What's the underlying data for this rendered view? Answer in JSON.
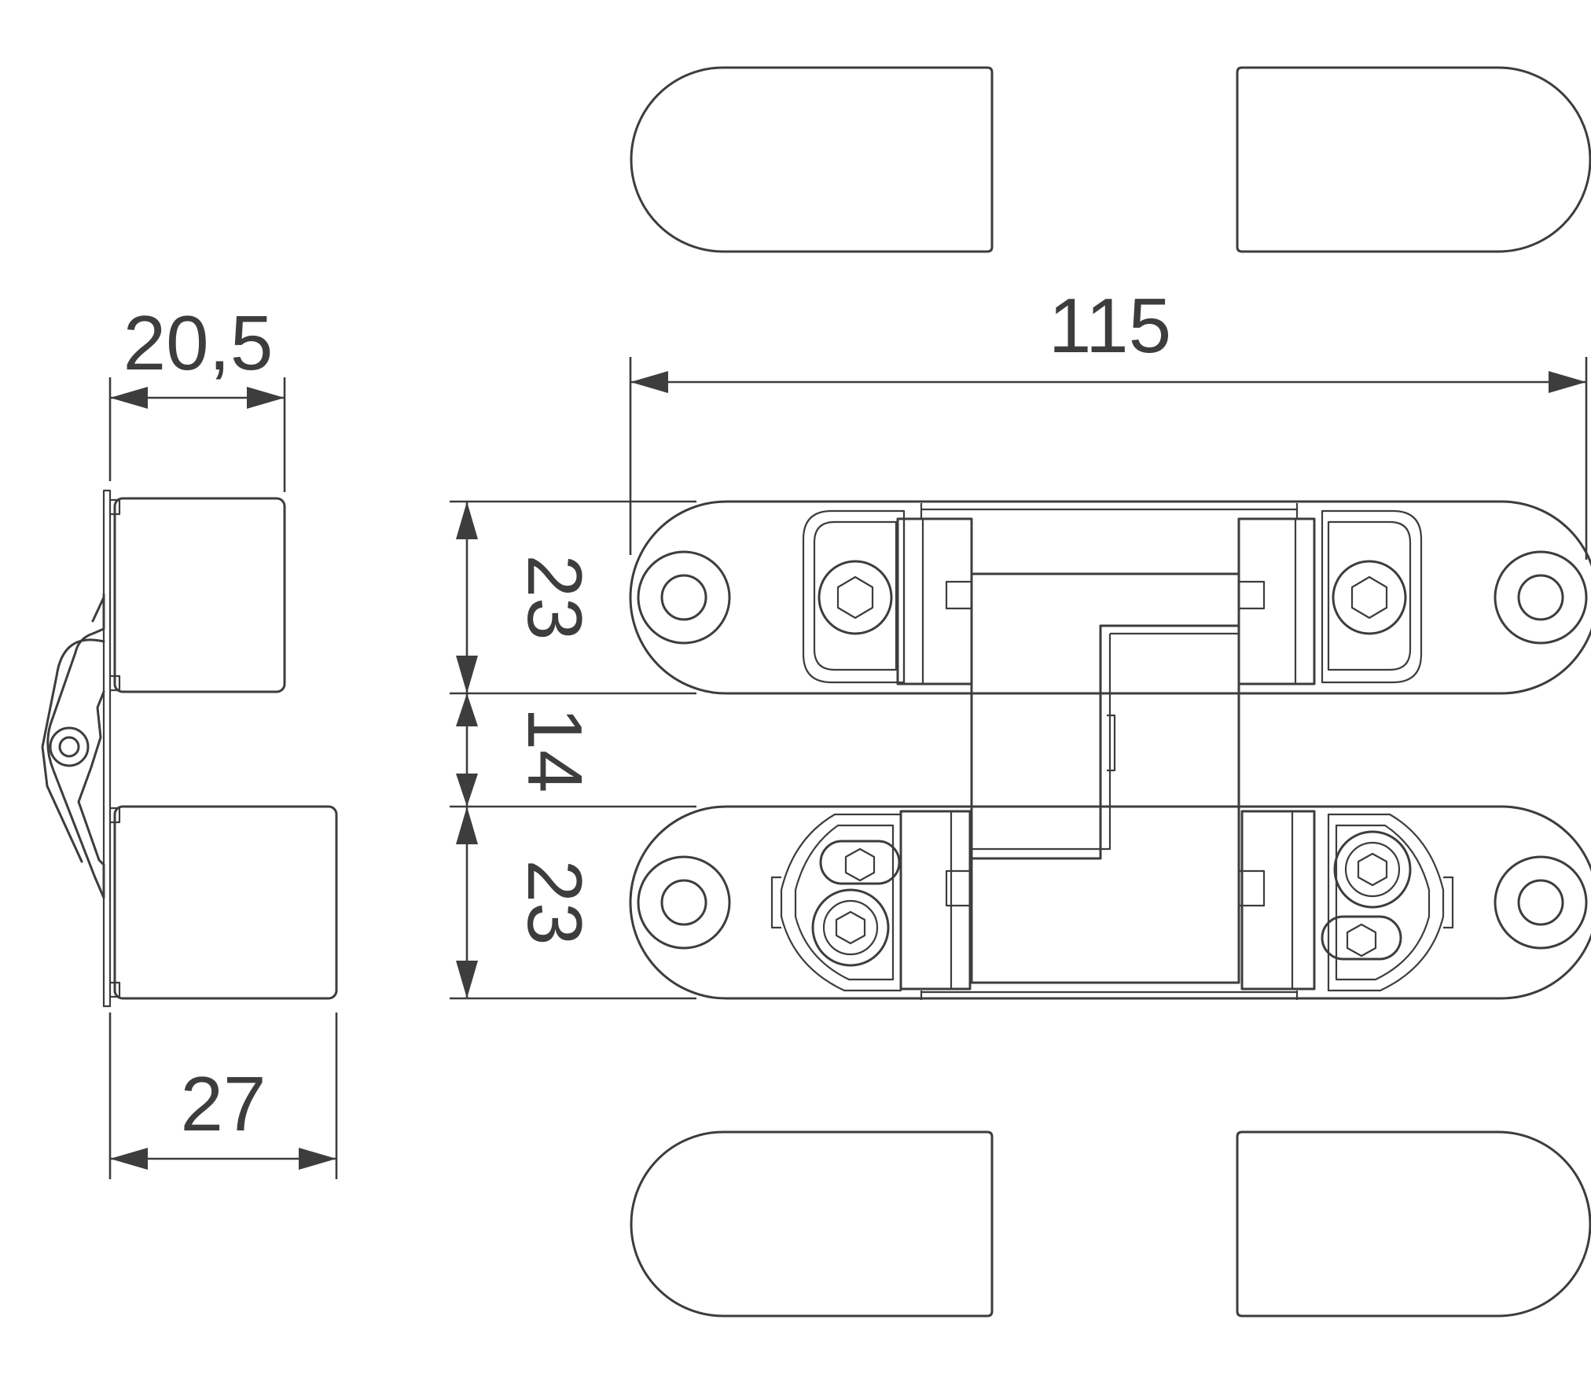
{
  "dimensions": {
    "side_top_width": "20,5",
    "side_bottom_width": "27",
    "overall_length": "115",
    "upper_leaf_height": "23",
    "gap_height": "14",
    "lower_leaf_height": "23"
  },
  "colors": {
    "line": "#3d3d3d",
    "background": "#ffffff"
  }
}
